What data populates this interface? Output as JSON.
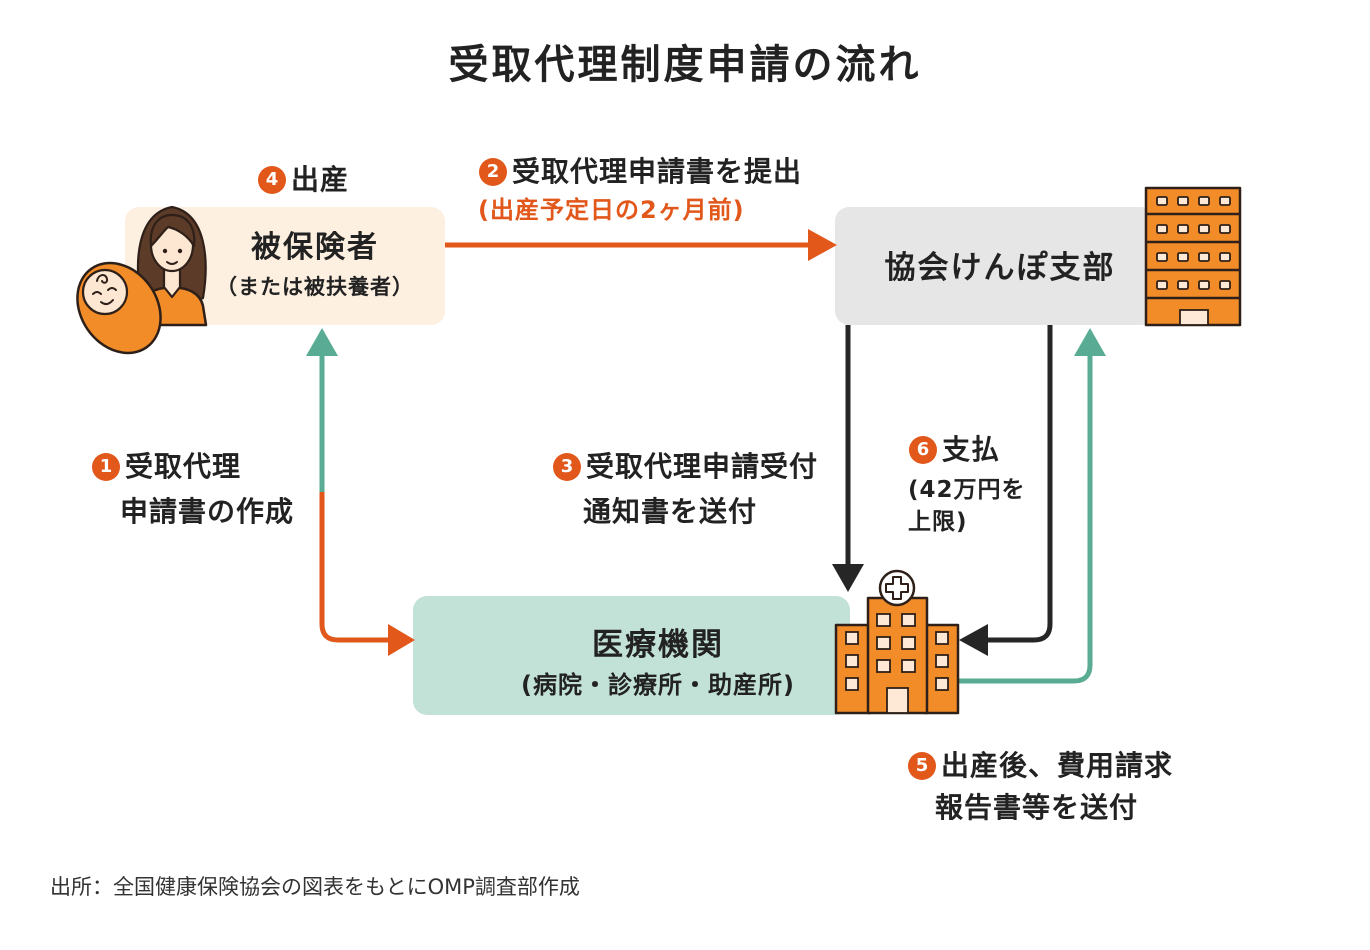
{
  "title": "受取代理制度申請の流れ",
  "nodes": {
    "insured": {
      "name": "被保険者",
      "sub": "（または被扶養者）"
    },
    "branch": {
      "name": "協会けんぽ支部"
    },
    "medical": {
      "name": "医療機関",
      "sub": "(病院・診療所・助産所)"
    }
  },
  "steps": {
    "s1": {
      "num": "1",
      "line1": "受取代理",
      "line2": "申請書の作成"
    },
    "s2": {
      "num": "2",
      "line1": "受取代理申請書を提出",
      "note": "(出産予定日の2ヶ月前)"
    },
    "s3": {
      "num": "3",
      "line1": "受取代理申請受付",
      "line2": "通知書を送付"
    },
    "s4": {
      "num": "4",
      "line1": "出産"
    },
    "s5": {
      "num": "5",
      "line1": "出産後、費用請求",
      "line2": "報告書等を送付"
    },
    "s6": {
      "num": "6",
      "line1": "支払",
      "note1": "(42万円を",
      "note2": "上限)"
    }
  },
  "source": "出所：全国健康保険協会の図表をもとにOMP調査部作成",
  "icons": {
    "woman": "woman-icon",
    "baby": "baby-icon",
    "branch_building": "office-building-icon",
    "hospital": "hospital-icon"
  },
  "colors": {
    "accent": "#e2571a",
    "teal": "#5aab94",
    "arrow_dark": "#262626",
    "insured_box": "#fdf0e1",
    "branch_box": "#e6e6e6",
    "medical_box": "#c3e2d7",
    "icon_orange": "#f28c28",
    "icon_light": "#fde9d6",
    "outline": "#2e2018",
    "text": "#222222"
  }
}
